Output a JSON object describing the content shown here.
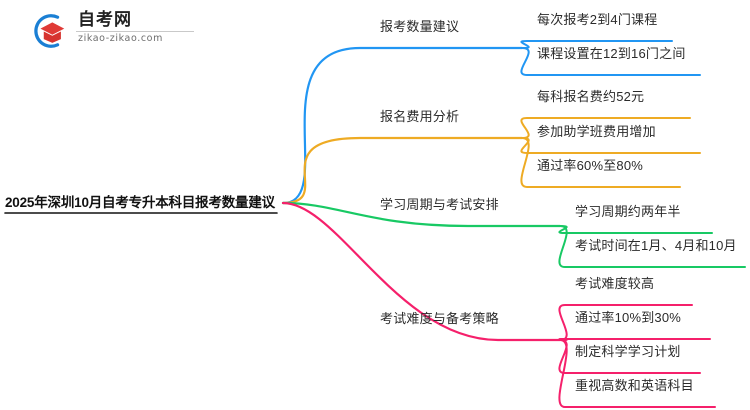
{
  "logo": {
    "name_cn": "自考网",
    "url": "zikao-zikao.com",
    "arc_color": "#1a7fd4",
    "cap_color": "#e03a36"
  },
  "mindmap": {
    "root": {
      "label": "2025年深圳10月自考专升本科目报考数量建议"
    },
    "branches": [
      {
        "label": "报考数量建议",
        "color": "#2196f3",
        "children": [
          "每次报考2到4门课程",
          "课程设置在12到16门之间"
        ]
      },
      {
        "label": "报名费用分析",
        "color": "#eeab24",
        "children": [
          "每科报名费约52元",
          "参加助学班费用增加",
          "通过率60%至80%"
        ]
      },
      {
        "label": "学习周期与考试安排",
        "color": "#18c964",
        "children": [
          "学习周期约两年半",
          "考试时间在1月、4月和10月"
        ]
      },
      {
        "label": "考试难度与备考策略",
        "color": "#f5206b",
        "children": [
          "考试难度较高",
          "通过率10%到30%",
          "制定科学学习计划",
          "重视高数和英语科目"
        ]
      }
    ]
  }
}
